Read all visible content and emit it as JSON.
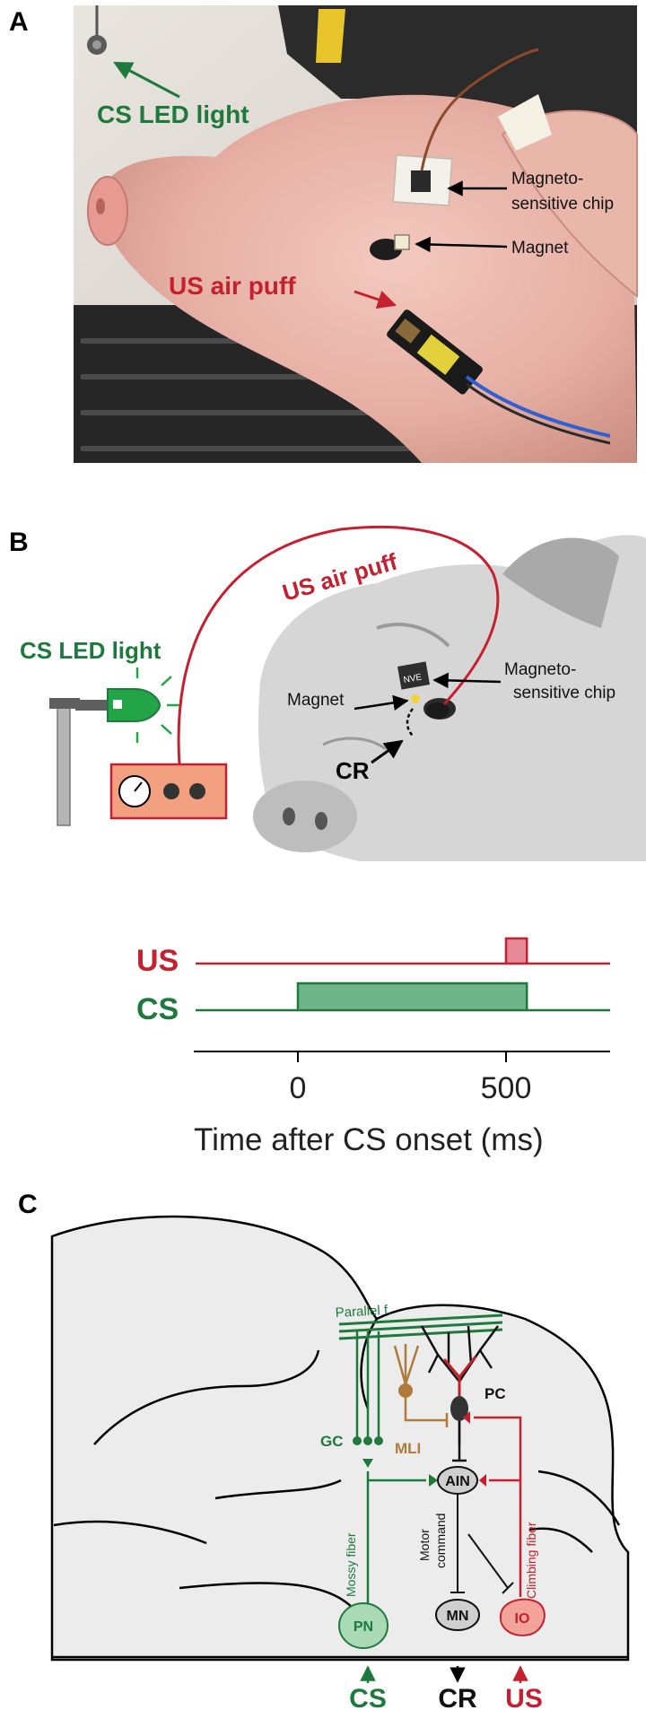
{
  "colors": {
    "green": "#1e7a3c",
    "red": "#c4202f",
    "tan": "#b07a3a",
    "us_fill": "#e58a96",
    "cs_fill": "#6fb58a",
    "box_fill": "#f2a07f",
    "brain_fill": "#ececec",
    "gray_node": "#cfcfcf"
  },
  "panel_a": {
    "letter": "A",
    "cs_led_label": "CS LED light",
    "us_air_puff_label": "US air puff",
    "magneto_chip_label_l1": "Magneto-",
    "magneto_chip_label_l2": "sensitive chip",
    "magnet_label": "Magnet"
  },
  "panel_b": {
    "letter": "B",
    "us_air_puff_label": "US air puff",
    "cs_led_label": "CS LED light",
    "magnet_label": "Magnet",
    "magneto_chip_label_l1": "Magneto-",
    "magneto_chip_label_l2": "sensitive chip",
    "cr_label": "CR",
    "chip_text": "NVE",
    "timing": {
      "us_label": "US",
      "cs_label": "CS",
      "tick_labels": [
        "0",
        "500"
      ],
      "axis_label": "Time after CS onset (ms)",
      "cs_on_ms": 0,
      "cs_off_ms": 550,
      "us_on_ms": 500,
      "us_off_ms": 550
    }
  },
  "panel_c": {
    "letter": "C",
    "parallel_f": "Parallel f.",
    "pc": "PC",
    "mli": "MLI",
    "gc": "GC",
    "ain": "AIN",
    "mossy_fiber": "Mossy fiber",
    "motor_command_l1": "Motor",
    "motor_command_l2": "command",
    "climbing_fiber": "Climbing fiber",
    "pn": "PN",
    "mn": "MN",
    "io": "IO",
    "cs": "CS",
    "cr": "CR",
    "us": "US"
  }
}
